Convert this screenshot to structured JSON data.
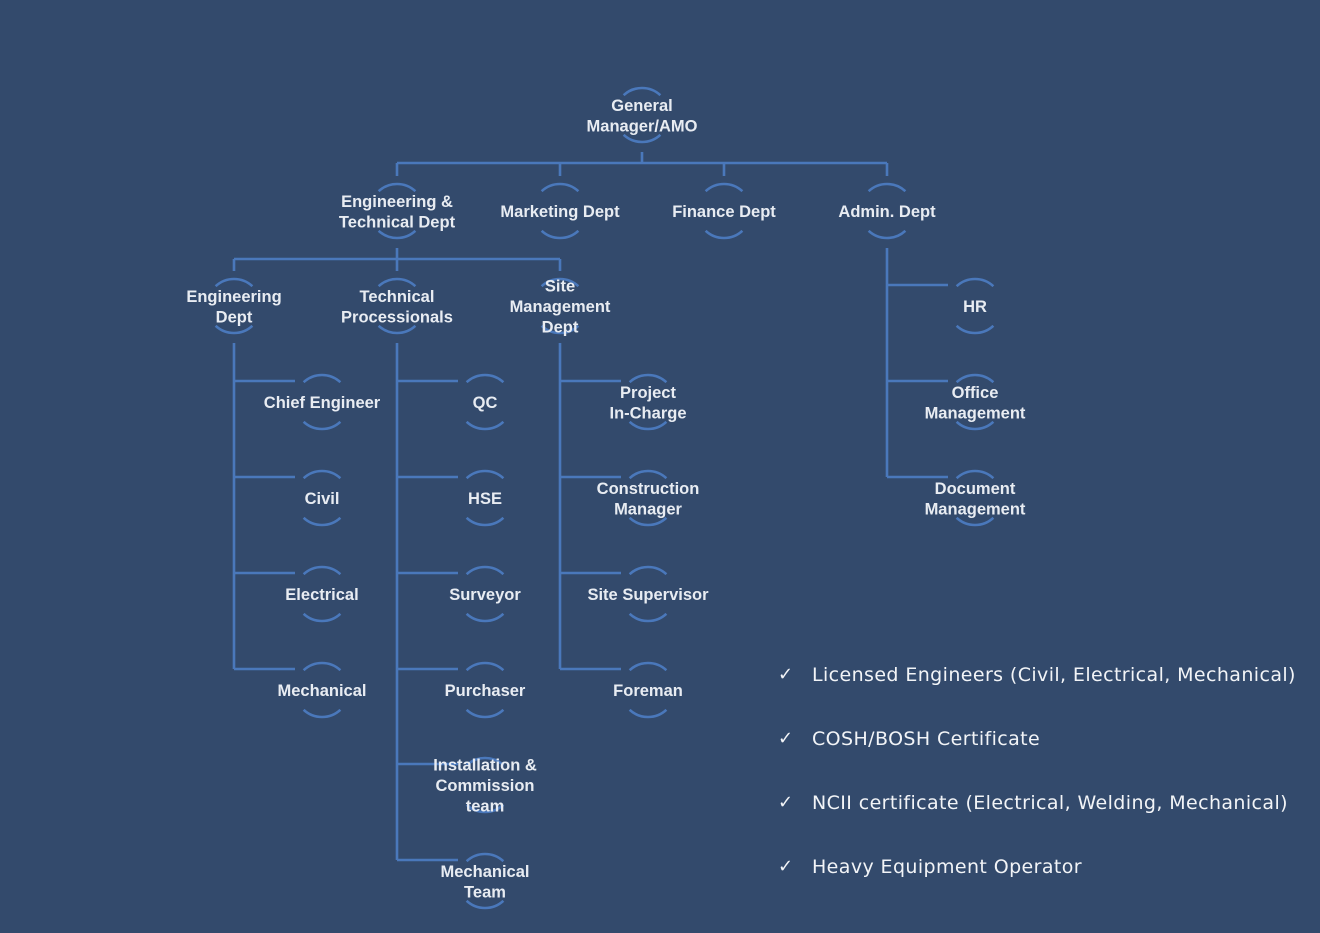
{
  "colors": {
    "background": "#334a6c",
    "connector": "#4a78bb",
    "text": "#e8ecf2"
  },
  "nodes": [
    {
      "id": "gm",
      "lines": [
        "General",
        "Manager/AMO"
      ],
      "parent": null
    },
    {
      "id": "eng-tech",
      "lines": [
        "Engineering &",
        "Technical Dept"
      ],
      "parent": "gm"
    },
    {
      "id": "marketing",
      "lines": [
        "Marketing Dept"
      ],
      "parent": "gm"
    },
    {
      "id": "finance",
      "lines": [
        "Finance Dept"
      ],
      "parent": "gm"
    },
    {
      "id": "admin",
      "lines": [
        "Admin. Dept"
      ],
      "parent": "gm"
    },
    {
      "id": "eng-dept",
      "lines": [
        "Engineering",
        "Dept"
      ],
      "parent": "eng-tech"
    },
    {
      "id": "tech-proc",
      "lines": [
        "Technical",
        "Processionals"
      ],
      "parent": "eng-tech"
    },
    {
      "id": "site-mgmt",
      "lines": [
        "Site",
        "Management",
        "Dept"
      ],
      "parent": "eng-tech"
    },
    {
      "id": "chief-engineer",
      "lines": [
        "Chief Engineer"
      ],
      "parent": "eng-dept"
    },
    {
      "id": "civil",
      "lines": [
        "Civil"
      ],
      "parent": "eng-dept"
    },
    {
      "id": "electrical",
      "lines": [
        "Electrical"
      ],
      "parent": "eng-dept"
    },
    {
      "id": "mechanical",
      "lines": [
        "Mechanical"
      ],
      "parent": "eng-dept"
    },
    {
      "id": "qc",
      "lines": [
        "QC"
      ],
      "parent": "tech-proc"
    },
    {
      "id": "hse",
      "lines": [
        "HSE"
      ],
      "parent": "tech-proc"
    },
    {
      "id": "surveyor",
      "lines": [
        "Surveyor"
      ],
      "parent": "tech-proc"
    },
    {
      "id": "purchaser",
      "lines": [
        "Purchaser"
      ],
      "parent": "tech-proc"
    },
    {
      "id": "install-commission",
      "lines": [
        "Installation &",
        "Commission",
        "team"
      ],
      "parent": "tech-proc"
    },
    {
      "id": "mech-team",
      "lines": [
        "Mechanical",
        "Team"
      ],
      "parent": "tech-proc"
    },
    {
      "id": "project-incharge",
      "lines": [
        "Project",
        "In-Charge"
      ],
      "parent": "site-mgmt"
    },
    {
      "id": "construction-manager",
      "lines": [
        "Construction",
        "Manager"
      ],
      "parent": "site-mgmt"
    },
    {
      "id": "site-supervisor",
      "lines": [
        "Site  Supervisor"
      ],
      "parent": "site-mgmt"
    },
    {
      "id": "foreman",
      "lines": [
        "Foreman"
      ],
      "parent": "site-mgmt"
    },
    {
      "id": "hr",
      "lines": [
        "HR"
      ],
      "parent": "admin"
    },
    {
      "id": "office-mgmt",
      "lines": [
        "Office",
        "Management"
      ],
      "parent": "admin"
    },
    {
      "id": "document-mgmt",
      "lines": [
        "Document",
        "Management"
      ],
      "parent": "admin"
    }
  ],
  "checklist": {
    "mark": "✓",
    "items": [
      "Licensed Engineers (Civil, Electrical, Mechanical)",
      "COSH/BOSH Certificate",
      "NCII certificate (Electrical, Welding, Mechanical)",
      "Heavy Equipment Operator"
    ]
  }
}
